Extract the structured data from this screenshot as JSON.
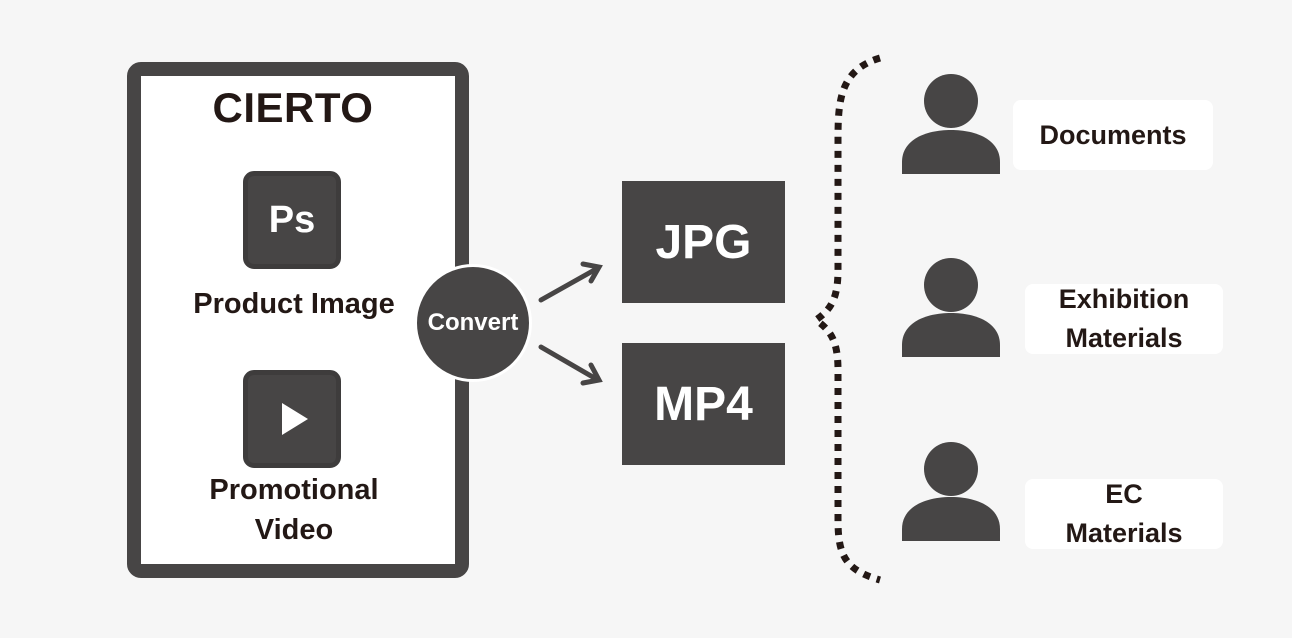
{
  "panel": {
    "title": "CIERTO",
    "items": [
      {
        "icon": "photoshop-icon",
        "glyph": "Ps",
        "label": "Product Image"
      },
      {
        "icon": "play-video-icon",
        "label_lines": [
          "Promotional",
          "Video"
        ]
      }
    ]
  },
  "convert": {
    "label": "Convert"
  },
  "formats": [
    {
      "label": "JPG"
    },
    {
      "label": "MP4"
    }
  ],
  "use_cases": [
    {
      "icon": "user-icon",
      "lines": [
        "Documents"
      ]
    },
    {
      "icon": "user-icon",
      "lines": [
        "Exhibition",
        "Materials"
      ]
    },
    {
      "icon": "user-icon",
      "lines": [
        "EC",
        "Materials"
      ]
    }
  ],
  "colors": {
    "background": "#f6f6f6",
    "dark": "#474545",
    "text": "#231815",
    "panel_fill": "#ffffff"
  }
}
